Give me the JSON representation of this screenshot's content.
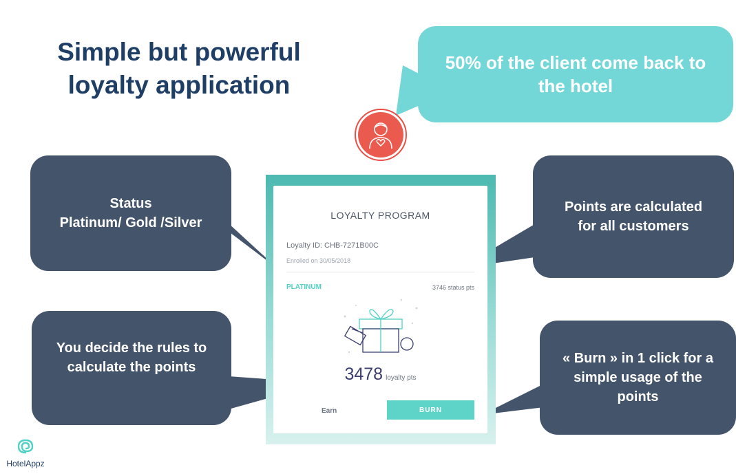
{
  "title": {
    "line1": "Simple but powerful",
    "line2": "loyalty application"
  },
  "highlight": {
    "line1": "50% of the client come back to",
    "line2": "the hotel"
  },
  "callouts": {
    "status": {
      "line1": "Status",
      "line2": "Platinum/ Gold /Silver"
    },
    "points": {
      "line1": "Points are calculated",
      "line2": "for all customers"
    },
    "rules": {
      "line1": "You decide the rules to",
      "line2": "calculate the points"
    },
    "burn": {
      "line1": "« Burn » in 1 click for a",
      "line2": "simple usage of the",
      "line3": "points"
    }
  },
  "app": {
    "title": "LOYALTY PROGRAM",
    "loyalty_id": "Loyalty ID: CHB-7271B00C",
    "enrolled": "Enrolled on 30/05/2018",
    "tier": "PLATINUM",
    "status_points": "3746 status pts",
    "points_value": "3478",
    "points_unit": "loyalty pts",
    "earn_label": "Earn",
    "burn_label": "BURN"
  },
  "logo": {
    "text": "HotelAppz"
  },
  "colors": {
    "title": "#1f3e66",
    "callout_bg": "#44546a",
    "highlight_bg": "#73d7d7",
    "accent": "#5ed4c8",
    "avatar": "#ea5a4f"
  },
  "icons": {
    "avatar": "user-heart-icon",
    "gift": "gift-box-icon",
    "logo": "spiral-logo-icon"
  }
}
